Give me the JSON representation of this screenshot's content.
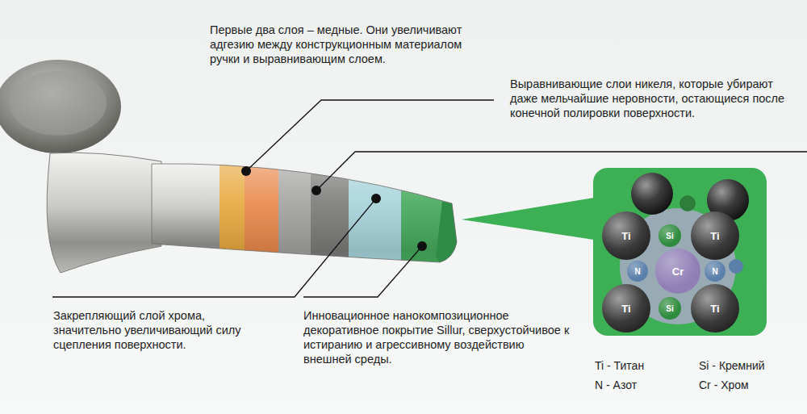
{
  "diagram": {
    "nodes": [
      {
        "text": [
          "Ti"
        ]
      },
      {
        "text": [
          "Si"
        ]
      },
      {
        "text": [
          "Ti"
        ]
      },
      {
        "text": [
          "N"
        ]
      },
      {
        "text": [
          "Cr"
        ]
      },
      {
        "text": [
          "N"
        ]
      },
      {
        "text": [
          "Ti"
        ]
      },
      {
        "text": [
          "Si"
        ]
      },
      {
        "text": [
          "Ti"
        ]
      }
    ],
    "labels": [
      "Первые два слоя – медные. Они увеличивают адгезию между конструкционным материалом ручки и выравнивающим слоем.",
      "Выравнивающие слои никеля, которые убирают даже мельчайшие неровности, остающиеся после конечной полировки поверхности.",
      "Закрепляющий слой хрома, значительно увеличивающий силу сцепления поверхности.",
      "Инновационное нанокомпозиционное декоративное покрытие Sillur, сверхустойчивое к истиранию и агрессивному воздействию внешней среды."
    ],
    "legend": [
      {
        "text": "Ti - Титан"
      },
      {
        "text": "Si - Кремний"
      },
      {
        "text": "N - Азот"
      },
      {
        "text": "Cr - Хром"
      }
    ]
  }
}
